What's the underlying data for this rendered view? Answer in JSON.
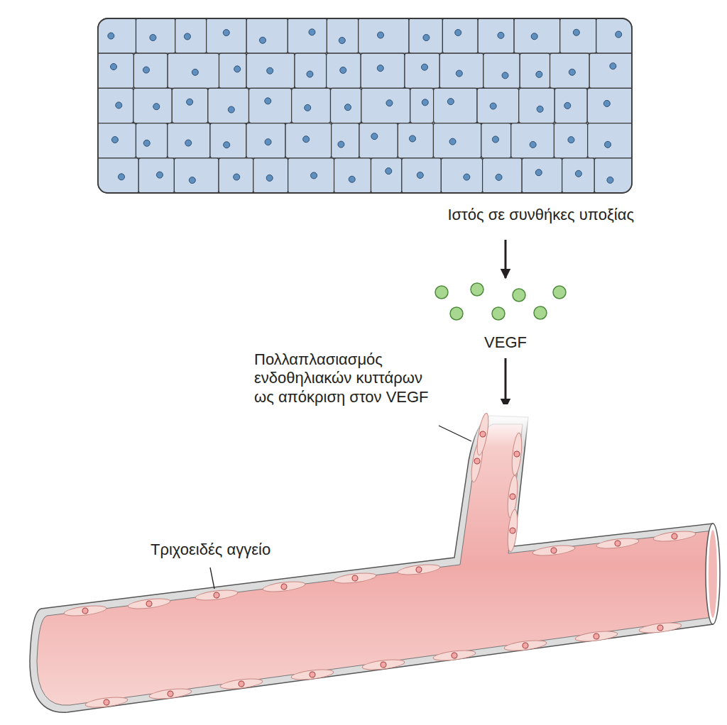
{
  "diagram": {
    "labels": [
      "Ιστός σε συνθήκες υποξίας",
      "VEGF",
      "Πολλαπλασιασμός ενδοθηλιακών κυττάρων ως απόκριση στον VEGF",
      "Τριχοειδές αγγείο"
    ]
  }
}
